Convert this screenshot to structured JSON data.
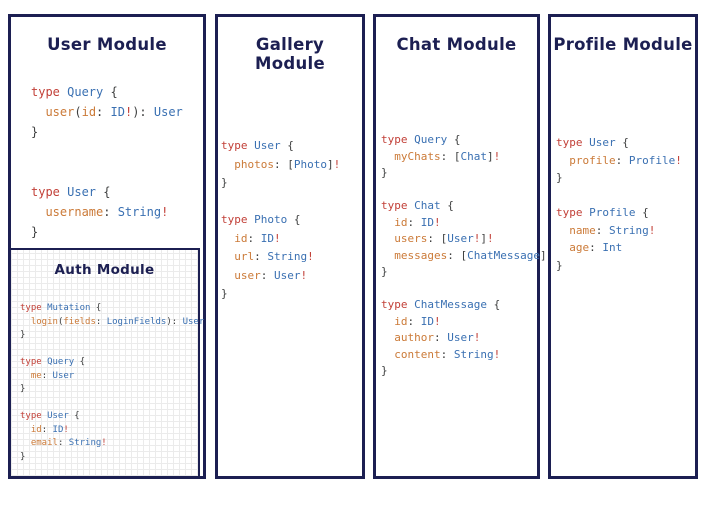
{
  "colors": {
    "navy": "#1c1f52",
    "keyword_red": "#c24038",
    "type_blue": "#3a70b2",
    "field_orange": "#cb7a38",
    "punct_gray": "#3f4040",
    "background": "#ffffff",
    "auth_grid": "#ebebeb"
  },
  "panels": [
    {
      "title": "User Module",
      "code": [
        [
          [
            "type ",
            "k"
          ],
          [
            "Query",
            "t"
          ],
          [
            " {",
            "p"
          ]
        ],
        [
          [
            "  user",
            "f"
          ],
          [
            "(",
            "p"
          ],
          [
            "id",
            "f"
          ],
          [
            ": ",
            "p"
          ],
          [
            "ID",
            "t"
          ],
          [
            "!",
            "k"
          ],
          [
            "): ",
            "p"
          ],
          [
            "User",
            "t"
          ]
        ],
        [
          [
            "}",
            "p"
          ]
        ],
        [],
        [],
        [
          [
            "type ",
            "k"
          ],
          [
            "User",
            "t"
          ],
          [
            " {",
            "p"
          ]
        ],
        [
          [
            "  username",
            "f"
          ],
          [
            ": ",
            "p"
          ],
          [
            "String",
            "t"
          ],
          [
            "!",
            "k"
          ]
        ],
        [
          [
            "}",
            "p"
          ]
        ]
      ]
    },
    {
      "title": "Gallery Module",
      "code": [
        [
          [
            "type ",
            "k"
          ],
          [
            "User",
            "t"
          ],
          [
            " {",
            "p"
          ]
        ],
        [
          [
            "  photos",
            "f"
          ],
          [
            ": [",
            "p"
          ],
          [
            "Photo",
            "t"
          ],
          [
            "]",
            "p"
          ],
          [
            "!",
            "k"
          ]
        ],
        [
          [
            "}",
            "p"
          ]
        ],
        [],
        [
          [
            "type ",
            "k"
          ],
          [
            "Photo",
            "t"
          ],
          [
            " {",
            "p"
          ]
        ],
        [
          [
            "  id",
            "f"
          ],
          [
            ": ",
            "p"
          ],
          [
            "ID",
            "t"
          ],
          [
            "!",
            "k"
          ]
        ],
        [
          [
            "  url",
            "f"
          ],
          [
            ": ",
            "p"
          ],
          [
            "String",
            "t"
          ],
          [
            "!",
            "k"
          ]
        ],
        [
          [
            "  user",
            "f"
          ],
          [
            ": ",
            "p"
          ],
          [
            "User",
            "t"
          ],
          [
            "!",
            "k"
          ]
        ],
        [
          [
            "}",
            "p"
          ]
        ]
      ]
    },
    {
      "title": "Chat Module",
      "code": [
        [
          [
            "type ",
            "k"
          ],
          [
            "Query",
            "t"
          ],
          [
            " {",
            "p"
          ]
        ],
        [
          [
            "  myChats",
            "f"
          ],
          [
            ": [",
            "p"
          ],
          [
            "Chat",
            "t"
          ],
          [
            "]",
            "p"
          ],
          [
            "!",
            "k"
          ]
        ],
        [
          [
            "}",
            "p"
          ]
        ],
        [],
        [
          [
            "type ",
            "k"
          ],
          [
            "Chat",
            "t"
          ],
          [
            " {",
            "p"
          ]
        ],
        [
          [
            "  id",
            "f"
          ],
          [
            ": ",
            "p"
          ],
          [
            "ID",
            "t"
          ],
          [
            "!",
            "k"
          ]
        ],
        [
          [
            "  users",
            "f"
          ],
          [
            ": [",
            "p"
          ],
          [
            "User",
            "t"
          ],
          [
            "!",
            "k"
          ],
          [
            "]",
            "p"
          ],
          [
            "!",
            "k"
          ]
        ],
        [
          [
            "  messages",
            "f"
          ],
          [
            ": [",
            "p"
          ],
          [
            "ChatMessage",
            "t"
          ],
          [
            "]",
            "p"
          ],
          [
            "!",
            "k"
          ]
        ],
        [
          [
            "}",
            "p"
          ]
        ],
        [],
        [
          [
            "type ",
            "k"
          ],
          [
            "ChatMessage",
            "t"
          ],
          [
            " {",
            "p"
          ]
        ],
        [
          [
            "  id",
            "f"
          ],
          [
            ": ",
            "p"
          ],
          [
            "ID",
            "t"
          ],
          [
            "!",
            "k"
          ]
        ],
        [
          [
            "  author",
            "f"
          ],
          [
            ": ",
            "p"
          ],
          [
            "User",
            "t"
          ],
          [
            "!",
            "k"
          ]
        ],
        [
          [
            "  content",
            "f"
          ],
          [
            ": ",
            "p"
          ],
          [
            "String",
            "t"
          ],
          [
            "!",
            "k"
          ]
        ],
        [
          [
            "}",
            "p"
          ]
        ]
      ]
    },
    {
      "title": "Profile Module",
      "code": [
        [
          [
            "type ",
            "k"
          ],
          [
            "User",
            "t"
          ],
          [
            " {",
            "p"
          ]
        ],
        [
          [
            "  profile",
            "f"
          ],
          [
            ": ",
            "p"
          ],
          [
            "Profile",
            "t"
          ],
          [
            "!",
            "k"
          ]
        ],
        [
          [
            "}",
            "p"
          ]
        ],
        [],
        [
          [
            "type ",
            "k"
          ],
          [
            "Profile",
            "t"
          ],
          [
            " {",
            "p"
          ]
        ],
        [
          [
            "  name",
            "f"
          ],
          [
            ": ",
            "p"
          ],
          [
            "String",
            "t"
          ],
          [
            "!",
            "k"
          ]
        ],
        [
          [
            "  age",
            "f"
          ],
          [
            ": ",
            "p"
          ],
          [
            "Int",
            "t"
          ]
        ],
        [
          [
            "}",
            "p"
          ]
        ]
      ]
    },
    {
      "title": "Auth Module",
      "code": [
        [
          [
            "type ",
            "k"
          ],
          [
            "Mutation",
            "t"
          ],
          [
            " {",
            "p"
          ]
        ],
        [
          [
            "  login",
            "f"
          ],
          [
            "(",
            "p"
          ],
          [
            "fields",
            "f"
          ],
          [
            ": ",
            "p"
          ],
          [
            "LoginFields",
            "t"
          ],
          [
            "): ",
            "p"
          ],
          [
            "User",
            "t"
          ]
        ],
        [
          [
            "}",
            "p"
          ]
        ],
        [],
        [
          [
            "type ",
            "k"
          ],
          [
            "Query",
            "t"
          ],
          [
            " {",
            "p"
          ]
        ],
        [
          [
            "  me",
            "f"
          ],
          [
            ": ",
            "p"
          ],
          [
            "User",
            "t"
          ]
        ],
        [
          [
            "}",
            "p"
          ]
        ],
        [],
        [
          [
            "type ",
            "k"
          ],
          [
            "User",
            "t"
          ],
          [
            " {",
            "p"
          ]
        ],
        [
          [
            "  id",
            "f"
          ],
          [
            ": ",
            "p"
          ],
          [
            "ID",
            "t"
          ],
          [
            "!",
            "k"
          ]
        ],
        [
          [
            "  email",
            "f"
          ],
          [
            ": ",
            "p"
          ],
          [
            "String",
            "t"
          ],
          [
            "!",
            "k"
          ]
        ],
        [
          [
            "}",
            "p"
          ]
        ]
      ]
    }
  ]
}
